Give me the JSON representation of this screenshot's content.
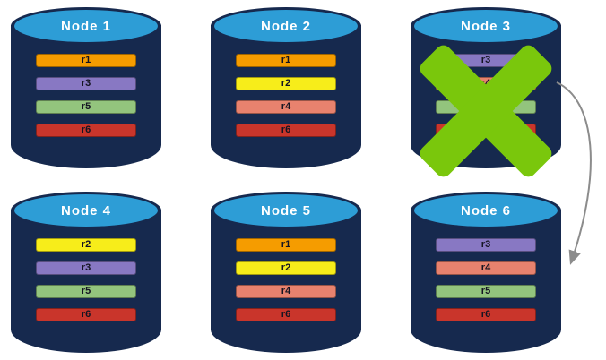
{
  "diagram": {
    "colors": {
      "background": "#ffffff",
      "cylinder_body": "#16294e",
      "cylinder_rim": "#16294e",
      "cylinder_cap": "#2d9dd6",
      "node_label_text": "#ffffff",
      "bar_text": "#141422"
    },
    "replica_colors": {
      "r1": "#f59c00",
      "r2": "#f7ed1a",
      "r3": "#8878c3",
      "r4": "#e8826e",
      "r5": "#93c47d",
      "r6": "#c9352b"
    },
    "nodes": [
      {
        "id": "node-1",
        "label": "Node 1",
        "replicas": [
          "r1",
          "r3",
          "r5",
          "r6"
        ],
        "failed": false
      },
      {
        "id": "node-2",
        "label": "Node 2",
        "replicas": [
          "r1",
          "r2",
          "r4",
          "r6"
        ],
        "failed": false
      },
      {
        "id": "node-3",
        "label": "Node 3",
        "replicas": [
          "r3",
          "r4",
          "r5",
          "r6"
        ],
        "failed": true
      },
      {
        "id": "node-4",
        "label": "Node 4",
        "replicas": [
          "r2",
          "r3",
          "r5",
          "r6"
        ],
        "failed": false
      },
      {
        "id": "node-5",
        "label": "Node 5",
        "replicas": [
          "r1",
          "r2",
          "r4",
          "r6"
        ],
        "failed": false
      },
      {
        "id": "node-6",
        "label": "Node 6",
        "replicas": [
          "r3",
          "r4",
          "r5",
          "r6"
        ],
        "failed": false
      }
    ],
    "annotations": {
      "failure_mark": {
        "node": "node-3",
        "shape": "x-cross",
        "color": "#7ac70c"
      },
      "arrow": {
        "from": "node-3",
        "to": "node-6",
        "color": "#8c8c8c"
      }
    }
  }
}
